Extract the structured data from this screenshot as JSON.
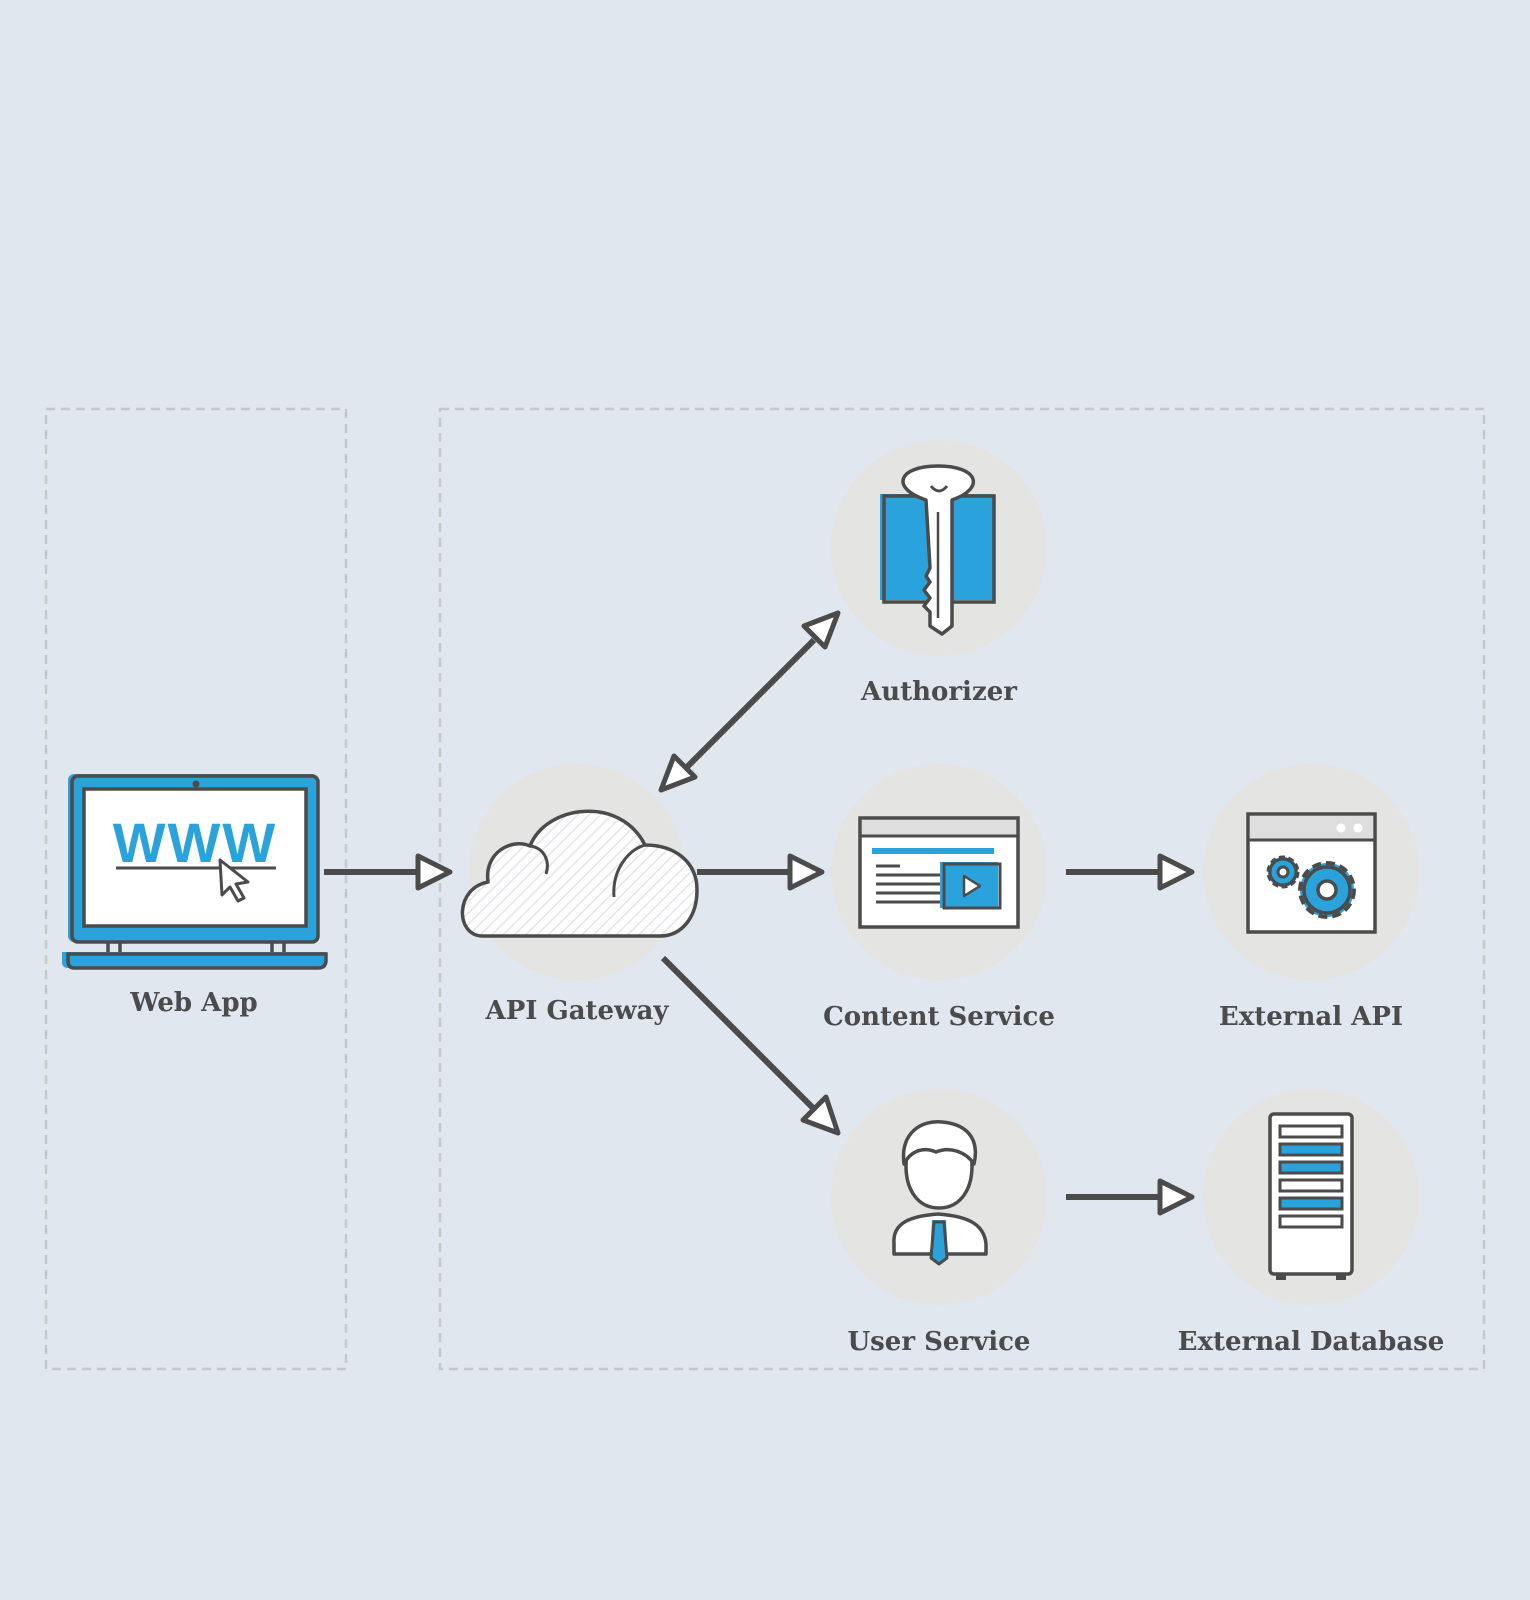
{
  "nodes": {
    "web_app": {
      "label": "Web App",
      "icon": "laptop-www-icon"
    },
    "api_gateway": {
      "label": "API Gateway",
      "icon": "cloud-icon"
    },
    "authorizer": {
      "label": "Authorizer",
      "icon": "key-icon"
    },
    "content_service": {
      "label": "Content Service",
      "icon": "content-window-icon"
    },
    "external_api": {
      "label": "External API",
      "icon": "gears-window-icon"
    },
    "user_service": {
      "label": "User Service",
      "icon": "user-icon"
    },
    "external_database": {
      "label": "External Database",
      "icon": "server-icon"
    }
  },
  "laptop_screen_text": "WWW",
  "edges": [
    {
      "from": "web_app",
      "to": "api_gateway",
      "direction": "one-way"
    },
    {
      "from": "api_gateway",
      "to": "authorizer",
      "direction": "two-way"
    },
    {
      "from": "api_gateway",
      "to": "content_service",
      "direction": "one-way"
    },
    {
      "from": "api_gateway",
      "to": "user_service",
      "direction": "one-way"
    },
    {
      "from": "content_service",
      "to": "external_api",
      "direction": "one-way"
    },
    {
      "from": "user_service",
      "to": "external_database",
      "direction": "one-way"
    }
  ],
  "colors": {
    "background": "#e1e7ef",
    "accent": "#2aa3dc",
    "stroke": "#4b4b4b",
    "node_circle": "#e4e4e3"
  }
}
